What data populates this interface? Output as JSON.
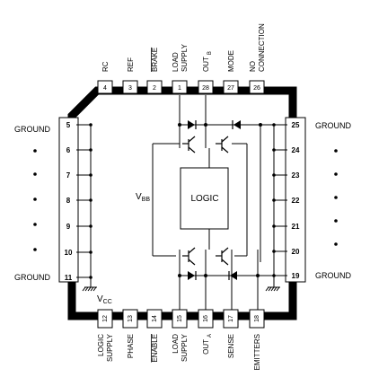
{
  "top_pins": [
    {
      "num": "4",
      "label": [
        "RC"
      ]
    },
    {
      "num": "3",
      "label": [
        "REF"
      ]
    },
    {
      "num": "2",
      "label": [
        "BRAKE"
      ],
      "overline": true
    },
    {
      "num": "1",
      "label": [
        "LOAD",
        "SUPPLY"
      ]
    },
    {
      "num": "28",
      "label": [
        "OUT"
      ],
      "sub": "B"
    },
    {
      "num": "27",
      "label": [
        "MODE"
      ]
    },
    {
      "num": "26",
      "label": [
        "NO",
        "CONNECTION"
      ]
    }
  ],
  "bottom_pins": [
    {
      "num": "12",
      "label": [
        "LOGIC",
        "SUPPLY"
      ]
    },
    {
      "num": "13",
      "label": [
        "PHASE"
      ]
    },
    {
      "num": "14",
      "label": [
        "ENABLE"
      ],
      "overline": true
    },
    {
      "num": "15",
      "label": [
        "LOAD",
        "SUPPLY"
      ]
    },
    {
      "num": "16",
      "label": [
        "OUT"
      ],
      "sub": "A"
    },
    {
      "num": "17",
      "label": [
        "SENSE"
      ]
    },
    {
      "num": "18",
      "label": [
        "EMITTERS"
      ]
    }
  ],
  "left_pins": [
    "5",
    "6",
    "7",
    "8",
    "9",
    "10",
    "11"
  ],
  "right_pins": [
    "25",
    "24",
    "23",
    "22",
    "21",
    "20",
    "19"
  ],
  "left_labels": {
    "top": "GROUND",
    "bottom": "GROUND"
  },
  "right_labels": {
    "top": "GROUND",
    "bottom": "GROUND"
  },
  "logic_label": "LOGIC",
  "vbb": {
    "main": "V",
    "sub": "BB"
  },
  "vcc": {
    "main": "V",
    "sub": "CC"
  }
}
